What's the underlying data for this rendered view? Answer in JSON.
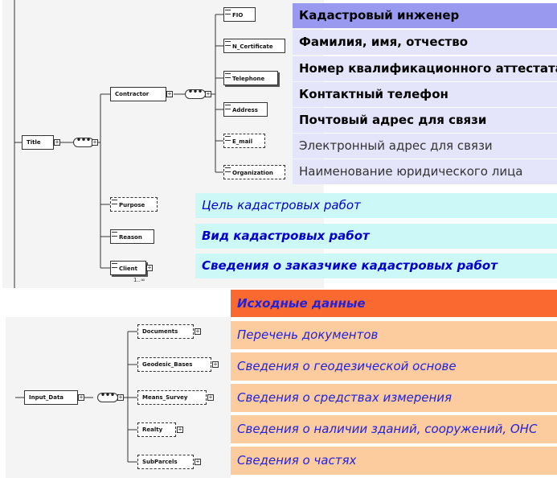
{
  "diagram_top": {
    "root": "Title",
    "contractor": "Contractor",
    "contractor_children": [
      "FIO",
      "N_Certificate",
      "Telephone",
      "Address",
      "E_mail",
      "Organization"
    ],
    "title_children": [
      "Purpose",
      "Reason",
      "Client"
    ],
    "client_multiplicity": "1..∞",
    "sequence_symbol": "•••"
  },
  "diagram_bottom": {
    "root": "Input_Data",
    "children": [
      "Documents",
      "Geodesic_Bases",
      "Means_Survey",
      "Realty",
      "SubParcels"
    ],
    "sequence_symbol": "•••"
  },
  "expand_symbol": "+",
  "labels_contractor": [
    "Кадастровый инженер",
    "Фамилия, имя, отчество",
    "Номер квалификационного аттестата",
    "Контактный телефон",
    "Почтовый адрес для связи",
    "Электронный адрес для связи",
    "Наименование юридического лица"
  ],
  "labels_title": [
    "Цель кадастровых работ",
    "Вид кадастровых работ",
    "Сведения о заказчике кадастровых работ"
  ],
  "labels_input": [
    "Исходные данные",
    "Перечень документов",
    "Сведения о геодезической основе",
    "Сведения о средствах измерения",
    "Сведения о наличии зданий, сооружений, ОНС",
    "Сведения о частях"
  ],
  "colors": {
    "contractor_header_bg": "#9999f0",
    "contractor_row_bg": "#e4e4fa",
    "title_row_bg": "#cdf8f8",
    "title_text": "#0000cc",
    "input_header_bg": "#fa6a30",
    "input_row_bg": "#fccc9e",
    "input_text": "#2222dd"
  }
}
